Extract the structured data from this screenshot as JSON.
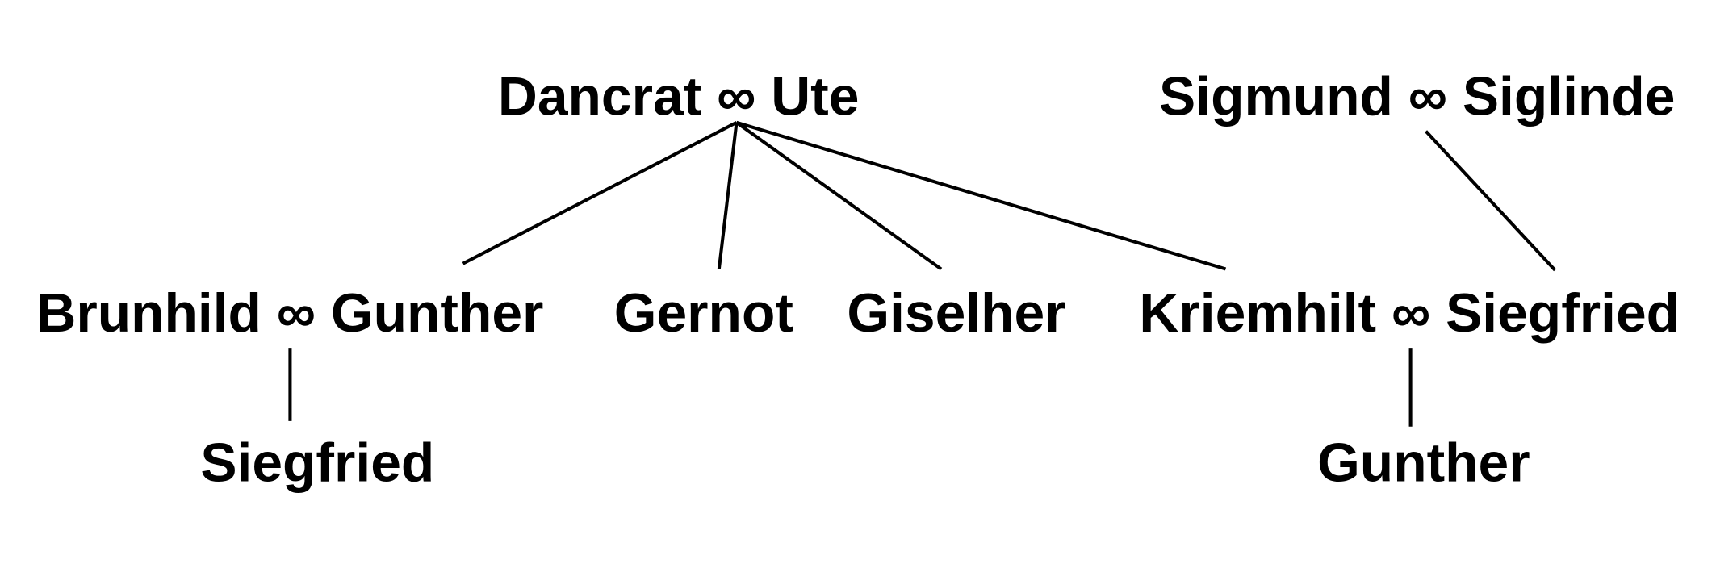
{
  "title": "Family tree",
  "parents": {
    "dancrat_ute": "Dancrat ∞ Ute",
    "sigmund_siglinde": "Sigmund ∞ Siglinde"
  },
  "children": {
    "brunhild_gunther": "Brunhild ∞ Gunther",
    "gernot": "Gernot",
    "giselher": "Giselher",
    "kriemhilt_siegfried": "Kriemhilt ∞ Siegfried"
  },
  "grandchildren": {
    "siegfried": "Siegfried",
    "gunther": "Gunther"
  },
  "colors": {
    "line": "#000000",
    "text": "#000000",
    "background": "#ffffff"
  }
}
